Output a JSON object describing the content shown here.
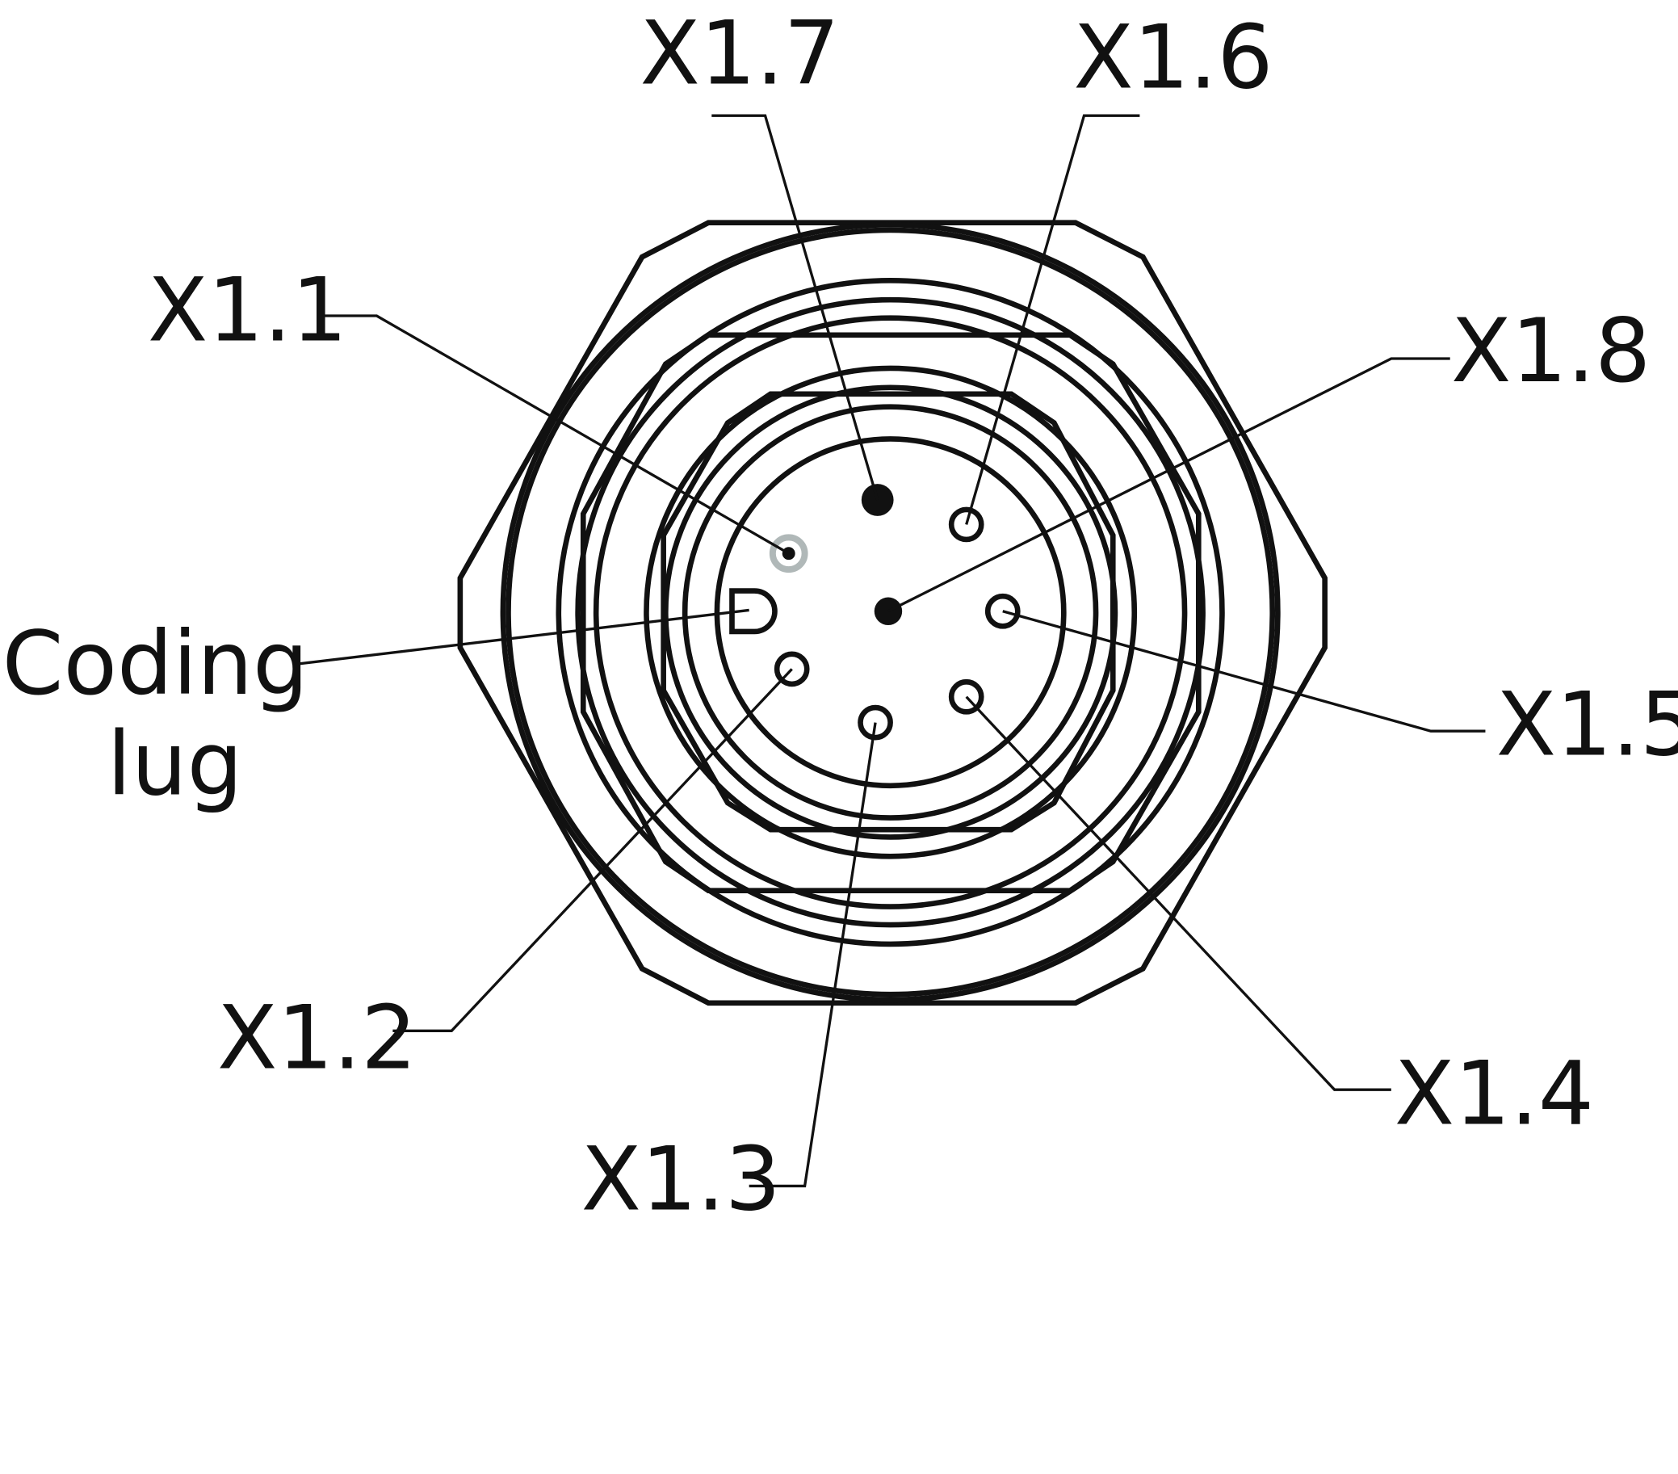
{
  "diagram": {
    "pins": {
      "x1_1": "X1.1",
      "x1_2": "X1.2",
      "x1_3": "X1.3",
      "x1_4": "X1.4",
      "x1_5": "X1.5",
      "x1_6": "X1.6",
      "x1_7": "X1.7",
      "x1_8": "X1.8"
    },
    "coding_lug": {
      "line1": "Coding",
      "line2": "lug"
    },
    "colors": {
      "line": "#111111",
      "pin1_ring": "#b0b8b8"
    }
  }
}
